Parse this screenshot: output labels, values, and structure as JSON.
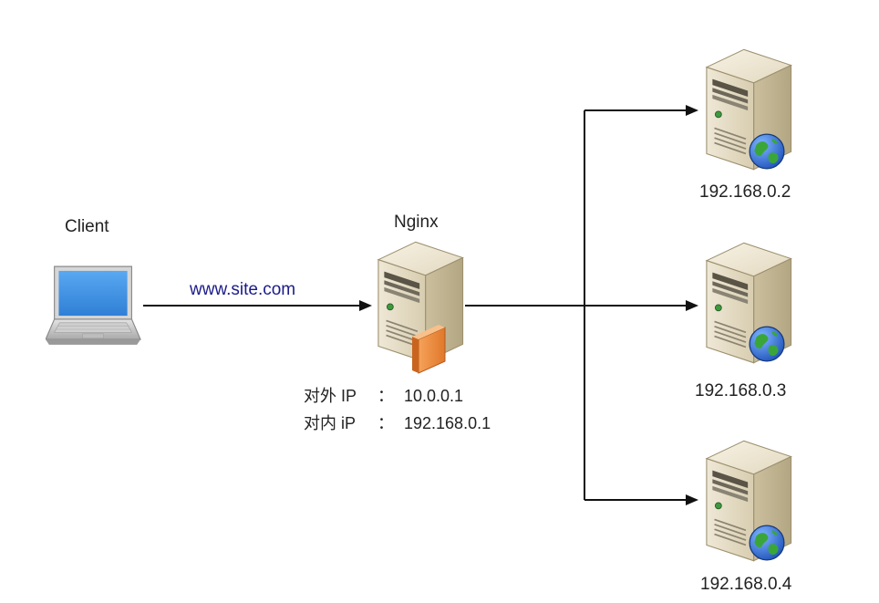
{
  "client": {
    "label": "Client"
  },
  "link": {
    "url": "www.site.com"
  },
  "nginx": {
    "label": "Nginx",
    "external_ip_label": "对外 IP",
    "separator": "：",
    "external_ip": "10.0.0.1",
    "internal_ip_label": "对内 iP",
    "internal_ip": "192.168.0.1"
  },
  "backends": [
    {
      "ip": "192.168.0.2"
    },
    {
      "ip": "192.168.0.3"
    },
    {
      "ip": "192.168.0.4"
    }
  ]
}
